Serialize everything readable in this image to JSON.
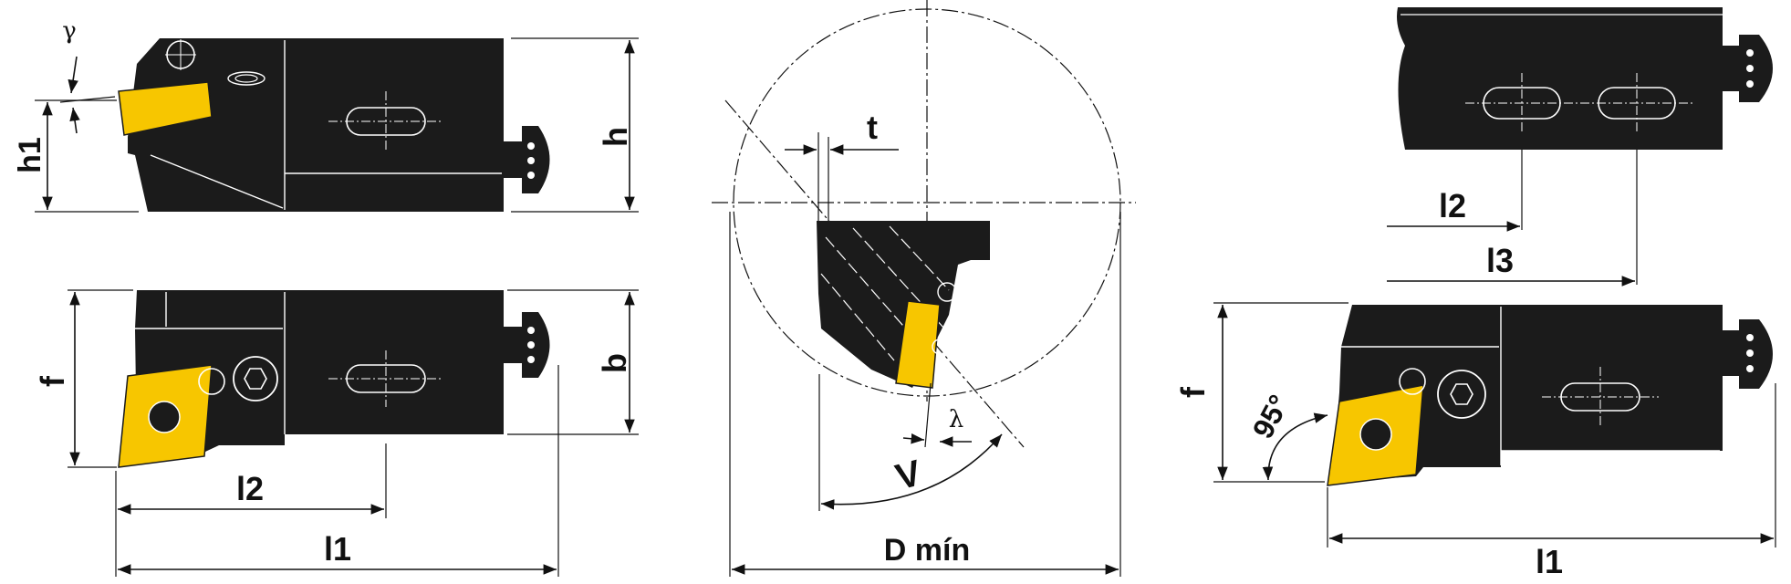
{
  "colors": {
    "body": "#1b1b1b",
    "insert": "#f7c600",
    "background": "#ffffff"
  },
  "views": {
    "side_top": {
      "labels": {
        "y": "γ",
        "h1": "h1",
        "h": "h"
      }
    },
    "plan_bottom": {
      "labels": {
        "f": "f",
        "b": "b",
        "l2": "l2",
        "l1": "l1"
      }
    },
    "bore_view": {
      "labels": {
        "t": "t",
        "lambda": "λ",
        "v": "V",
        "dmin": "D mín"
      }
    },
    "right_top": {
      "labels": {
        "l2": "l2",
        "l3": "l3"
      }
    },
    "right_bottom": {
      "labels": {
        "f": "f",
        "angle": "95°",
        "l1": "l1"
      }
    }
  }
}
